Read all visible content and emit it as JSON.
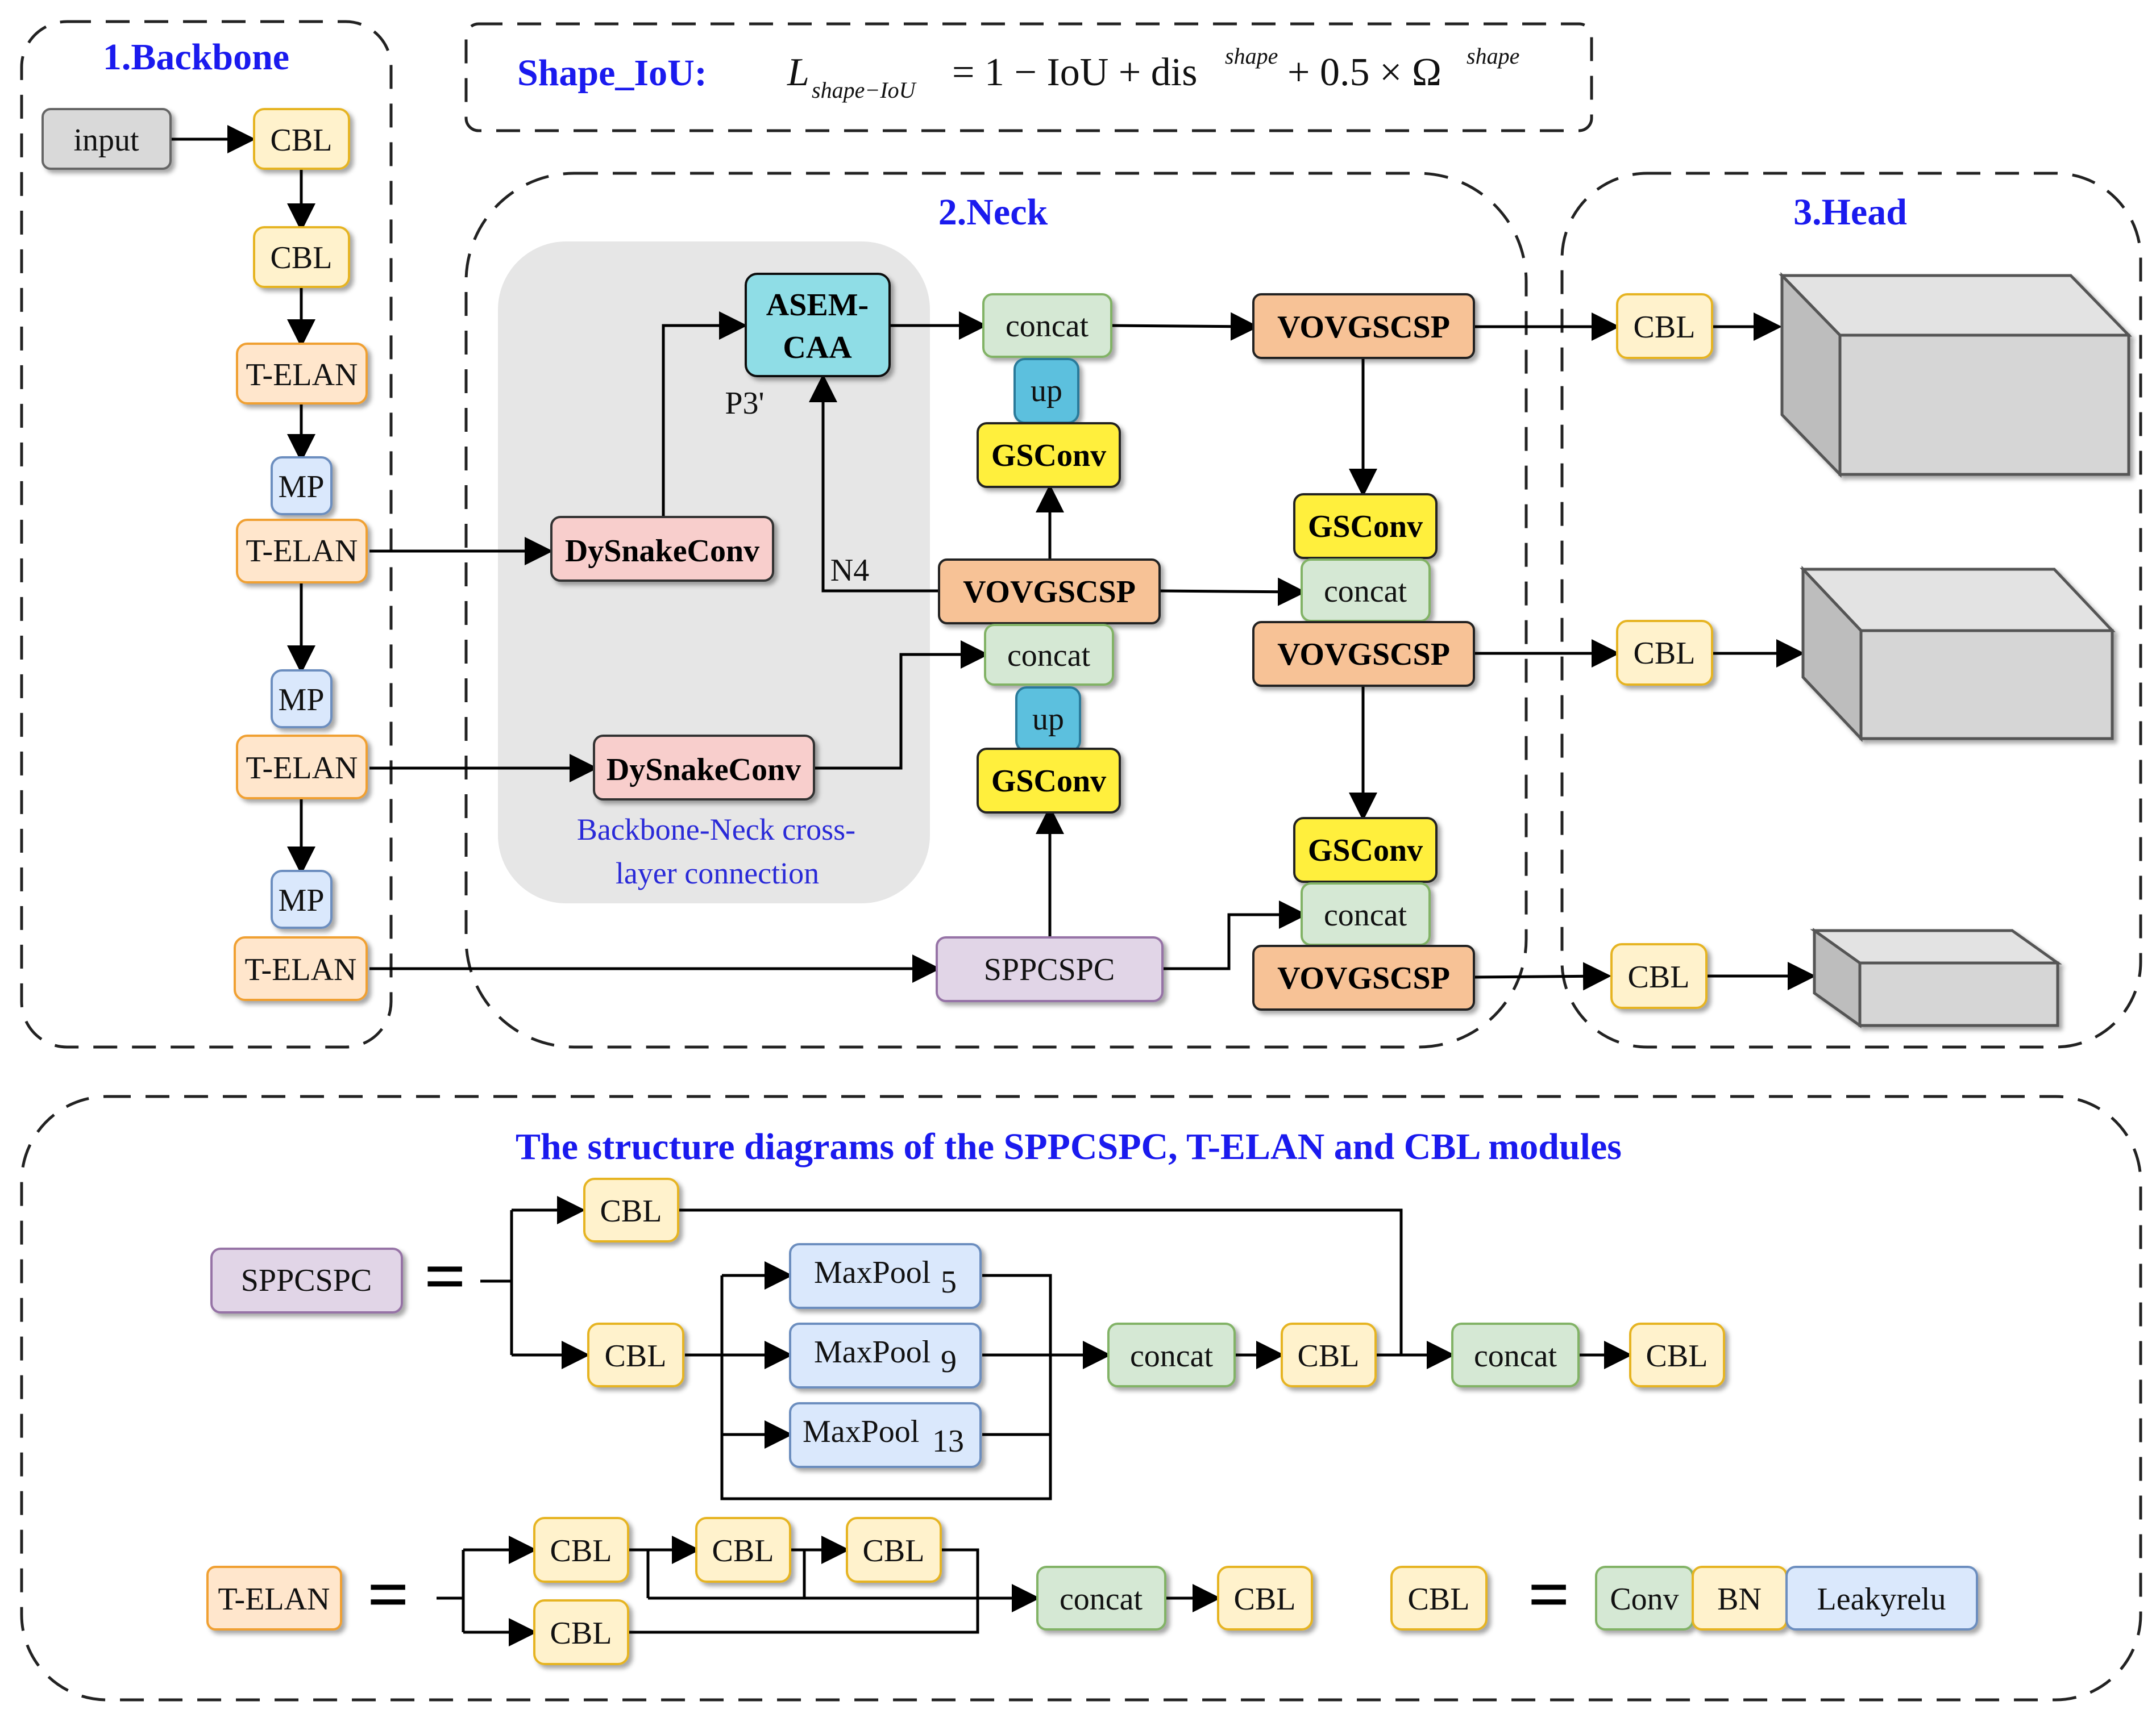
{
  "formula": {
    "label": "Shape_IoU:",
    "lhs": "L",
    "lhs_sub": "shape−IoU",
    "rhs_a": "= 1 − IoU + dis",
    "sup1": "shape",
    "rhs_b": " + 0.5 × Ω",
    "sup2": "shape"
  },
  "sections": {
    "backbone": "1.Backbone",
    "neck": "2.Neck",
    "head": "3.Head",
    "structure": "The  structure diagrams of the  SPPCSPC, T-ELAN and CBL modules"
  },
  "backbone": {
    "input": "input",
    "cbl1": "CBL",
    "cbl2": "CBL",
    "telan1": "T-ELAN",
    "mp1": "MP",
    "telan2": "T-ELAN",
    "mp2": "MP",
    "telan3": "T-ELAN",
    "mp3": "MP",
    "telan4": "T-ELAN"
  },
  "neck": {
    "asem": [
      "ASEM-",
      "CAA"
    ],
    "p3": "P3'",
    "n4": "N4",
    "dysnake1": "DySnakeConv",
    "dysnake2": "DySnakeConv",
    "cross_label": [
      "Backbone-Neck cross-",
      "layer connection"
    ],
    "concat_top": "concat",
    "up1": "up",
    "gsconv1": "GSConv",
    "vov_mid": "VOVGSCSP",
    "concat_mid": "concat",
    "up2": "up",
    "gsconv2": "GSConv",
    "sppcspc": "SPPCSPC",
    "vov_top": "VOVGSCSP",
    "gsconv3": "GSConv",
    "concat_r1": "concat",
    "vov_r1": "VOVGSCSP",
    "gsconv4": "GSConv",
    "concat_r2": "concat",
    "vov_r2": "VOVGSCSP"
  },
  "head": {
    "cbl1": "CBL",
    "cbl2": "CBL",
    "cbl3": "CBL"
  },
  "structure": {
    "spp_name": "SPPCSPC",
    "equals": "=",
    "spp_cbl_top": "CBL",
    "spp_cbl_left": "CBL",
    "maxpool": "MaxPool",
    "mp5": "5",
    "mp9": "9",
    "mp13": "13",
    "spp_concat1": "concat",
    "spp_cbl_mid": "CBL",
    "spp_concat2": "concat",
    "spp_cbl_end": "CBL",
    "telan_name": "T-ELAN",
    "telan_cbl1": "CBL",
    "telan_cbl2": "CBL",
    "telan_cbl3": "CBL",
    "telan_cbl4": "CBL",
    "telan_concat": "concat",
    "telan_cbl_out": "CBL",
    "cbl_name": "CBL",
    "conv": "Conv",
    "bn": "BN",
    "leaky": "Leakyrelu"
  },
  "colors": {
    "gray": "#d9d9d9",
    "yellow_cbl": "#fff2cc",
    "orange_telan": "#ffe6cc",
    "blue_mp": "#dae8fc",
    "pink_dysnake": "#f8cecc",
    "cyan_asem": "#8fdde6",
    "green_concat": "#d5e8d4",
    "yellow_gsconv": "#ffef3d",
    "orange_vov": "#f7c296",
    "purple_spp": "#e1d5e7",
    "title_blue": "#1a1aee"
  }
}
